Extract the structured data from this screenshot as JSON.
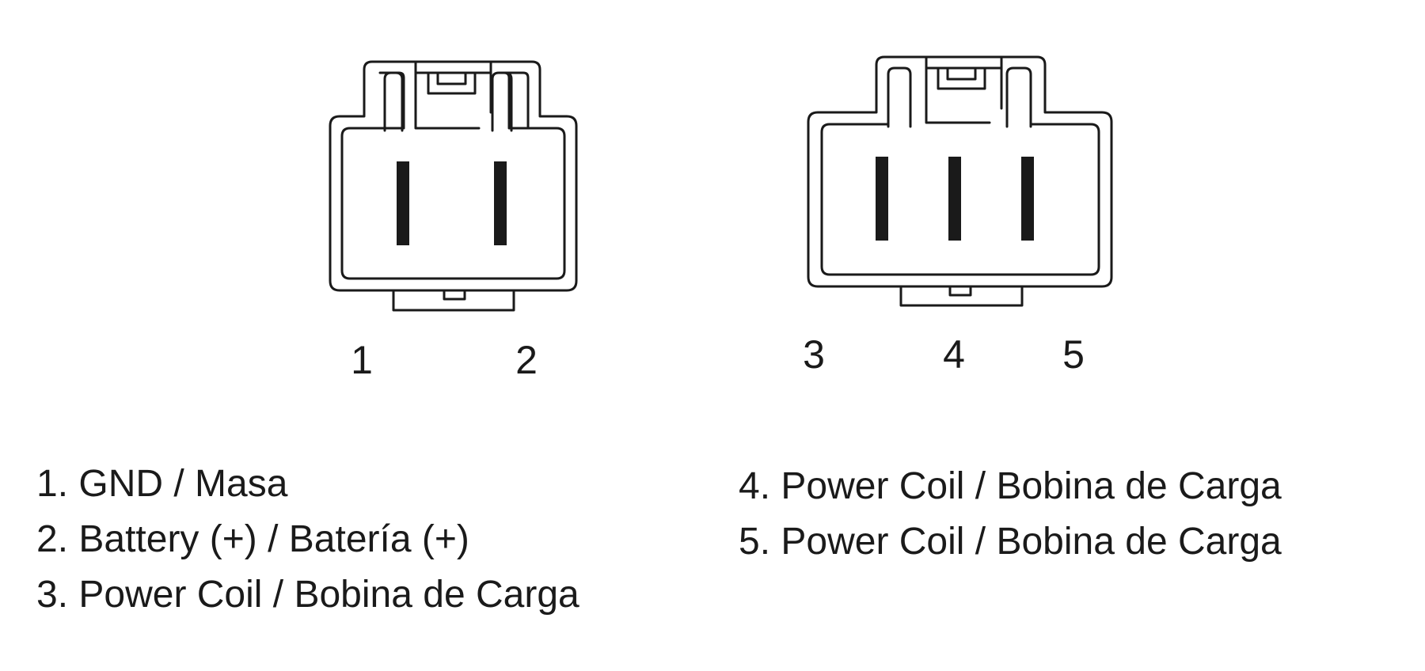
{
  "connector_left": {
    "pins": [
      {
        "number": "1"
      },
      {
        "number": "2"
      }
    ]
  },
  "connector_right": {
    "pins": [
      {
        "number": "3"
      },
      {
        "number": "4"
      },
      {
        "number": "5"
      }
    ]
  },
  "legend_left": [
    {
      "text": "1. GND / Masa"
    },
    {
      "text": "2. Battery (+) / Batería (+)"
    },
    {
      "text": "3. Power Coil / Bobina de Carga"
    }
  ],
  "legend_right": [
    {
      "text": "4. Power Coil / Bobina de Carga"
    },
    {
      "text": "5. Power Coil / Bobina de Carga"
    }
  ],
  "colors": {
    "line": "#1a1a1a",
    "background": "#ffffff"
  }
}
